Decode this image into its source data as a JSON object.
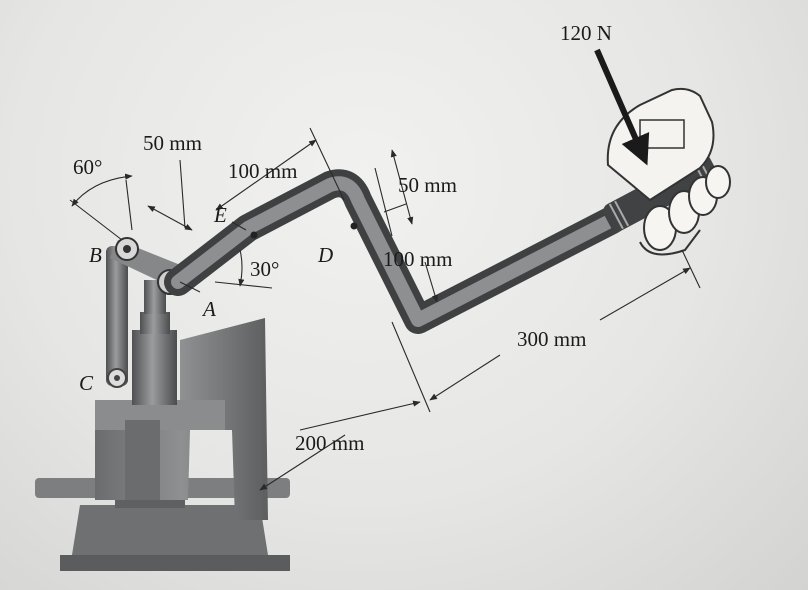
{
  "force": {
    "label": "120 N"
  },
  "dimensions": {
    "angle_60": "60°",
    "d_50_left": "50 mm",
    "d_100_top": "100 mm",
    "d_50_right": "50 mm",
    "d_100_mid": "100 mm",
    "d_300": "300 mm",
    "d_200": "200 mm",
    "angle_30": "30°"
  },
  "points": {
    "A": "A",
    "B": "B",
    "C": "C",
    "D": "D",
    "E": "E"
  },
  "colors": {
    "handle": "#6c6e70",
    "frame": "#7a7c7e",
    "paper": "#e9e9e7",
    "ink": "#1b1b1b"
  }
}
